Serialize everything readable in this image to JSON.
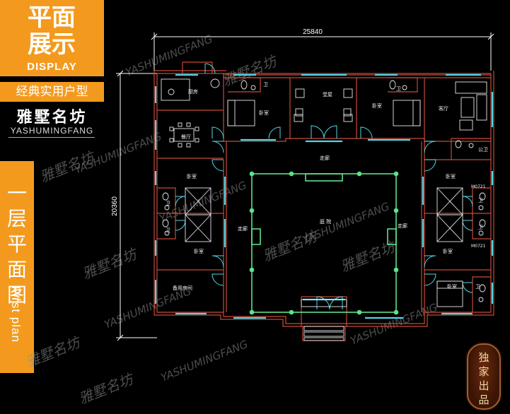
{
  "header": {
    "title_line1": "平面",
    "title_line2": "展示",
    "subtitle": "DISPLAY",
    "band_text": "经典实用户型",
    "brand_cn": "雅墅名坊",
    "brand_en": "YASHUMINGFANG"
  },
  "side_panel": {
    "title_cn": "一层平面图",
    "title_en": "First plan"
  },
  "badge": {
    "text": "独家出品"
  },
  "dimensions": {
    "width_label": "25840",
    "height_label": "20360"
  },
  "rooms": {
    "kitchen": "厨房",
    "dining": "餐厅",
    "hall": "堂屋",
    "bedroom": "卧室",
    "living": "客厅",
    "public_wc": "公卫",
    "bath": "卫",
    "corridor": "走廊",
    "courtyard": "庭 院",
    "utility": "备用房间",
    "door_code": "M0721"
  },
  "watermarks": {
    "en": "YASHUMINGFANG",
    "cn": "雅墅名坊"
  },
  "colors": {
    "orange": "#f39a1e",
    "wall": "#c84a3a",
    "green": "#5fe08a",
    "cyan": "#4fd8e8",
    "dim": "#ffffff",
    "magenta": "#e04ad8"
  }
}
